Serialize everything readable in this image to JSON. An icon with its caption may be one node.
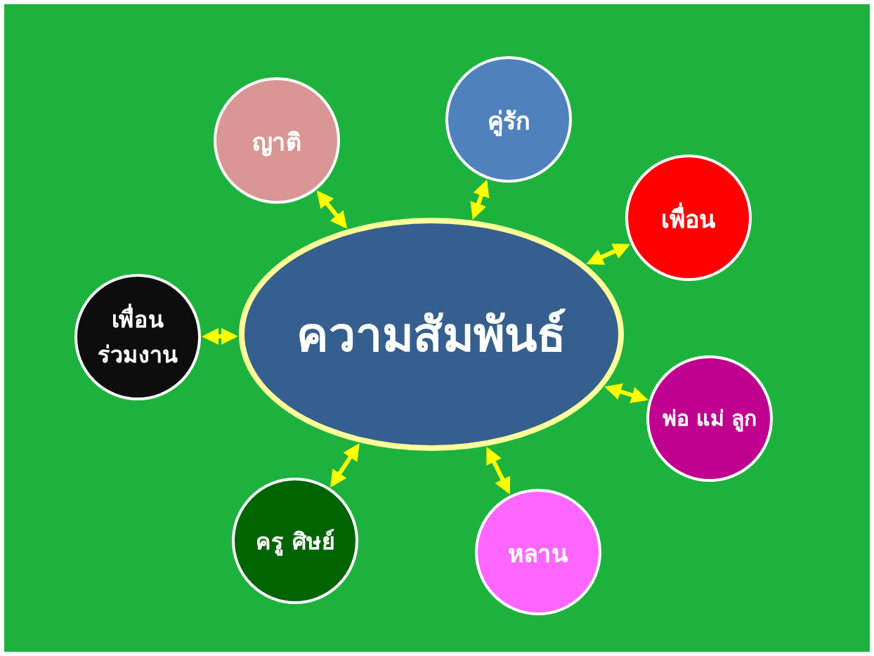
{
  "diagram": {
    "nodes": [
      {
        "text": [
          "ความสัมพันธ์"
        ]
      },
      {
        "text": [
          "ญาติ"
        ]
      },
      {
        "text": [
          "คู่รัก"
        ]
      },
      {
        "text": [
          "เพื่อน"
        ]
      },
      {
        "text": [
          "พ่อ แม่ ลูก"
        ]
      },
      {
        "text": [
          "หลาน"
        ]
      },
      {
        "text": [
          "ครู ศิษย์"
        ]
      },
      {
        "text": [
          "เพื่อน ร่วมงาน"
        ]
      }
    ],
    "edges": [
      {
        "from": 0,
        "to": 1,
        "arrow": "both"
      },
      {
        "from": 0,
        "to": 2,
        "arrow": "both"
      },
      {
        "from": 0,
        "to": 3,
        "arrow": "both"
      },
      {
        "from": 0,
        "to": 4,
        "arrow": "both"
      },
      {
        "from": 0,
        "to": 5,
        "arrow": "both"
      },
      {
        "from": 0,
        "to": 6,
        "arrow": "both"
      },
      {
        "from": 0,
        "to": 7,
        "arrow": "both"
      }
    ]
  }
}
